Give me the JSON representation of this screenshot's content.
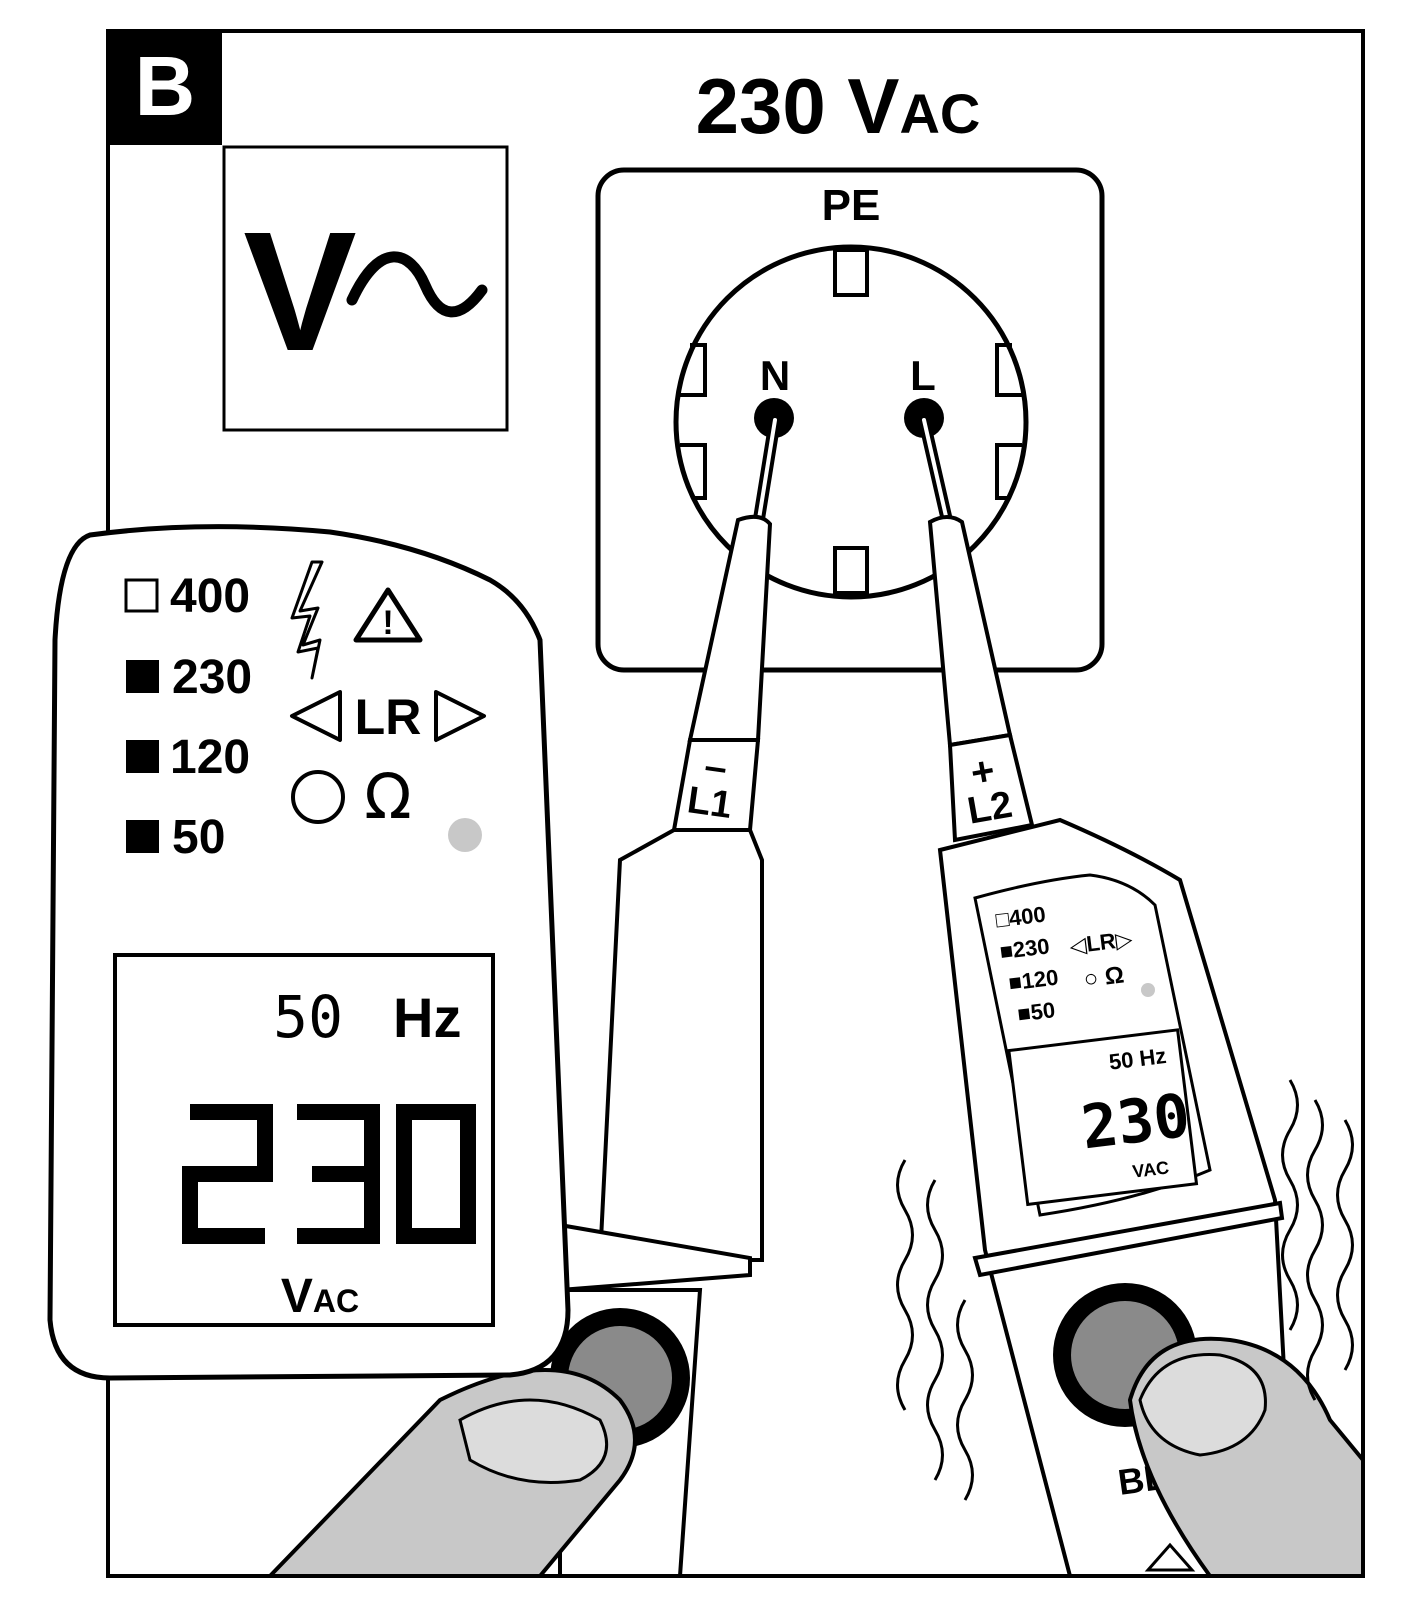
{
  "panel": {
    "letter": "B",
    "voltage_title": {
      "main": "230 V",
      "sub": "AC"
    },
    "mode_symbol": "V~"
  },
  "socket": {
    "pe_label": "PE",
    "n_label": "N",
    "l_label": "L"
  },
  "probes": {
    "left": {
      "polarity": "–",
      "label": "L1"
    },
    "right": {
      "polarity": "+",
      "label": "L2"
    }
  },
  "tester": {
    "brand_partial": "BE",
    "leds": [
      {
        "box": "□",
        "value": "400"
      },
      {
        "box": "■",
        "value": "230"
      },
      {
        "box": "■",
        "value": "120"
      },
      {
        "box": "■",
        "value": "50"
      }
    ],
    "rotation_label": "LR",
    "ohm_symbol": "Ω",
    "frequency": {
      "value": "50",
      "unit": "Hz"
    },
    "reading": "230",
    "reading_unit": {
      "main": "V",
      "sub": "AC"
    }
  },
  "colors": {
    "ink": "#000000",
    "paper": "#ffffff",
    "finger": "#c8c8c8",
    "button": "#8a8a8a",
    "led_off": "#c8c8c8"
  }
}
